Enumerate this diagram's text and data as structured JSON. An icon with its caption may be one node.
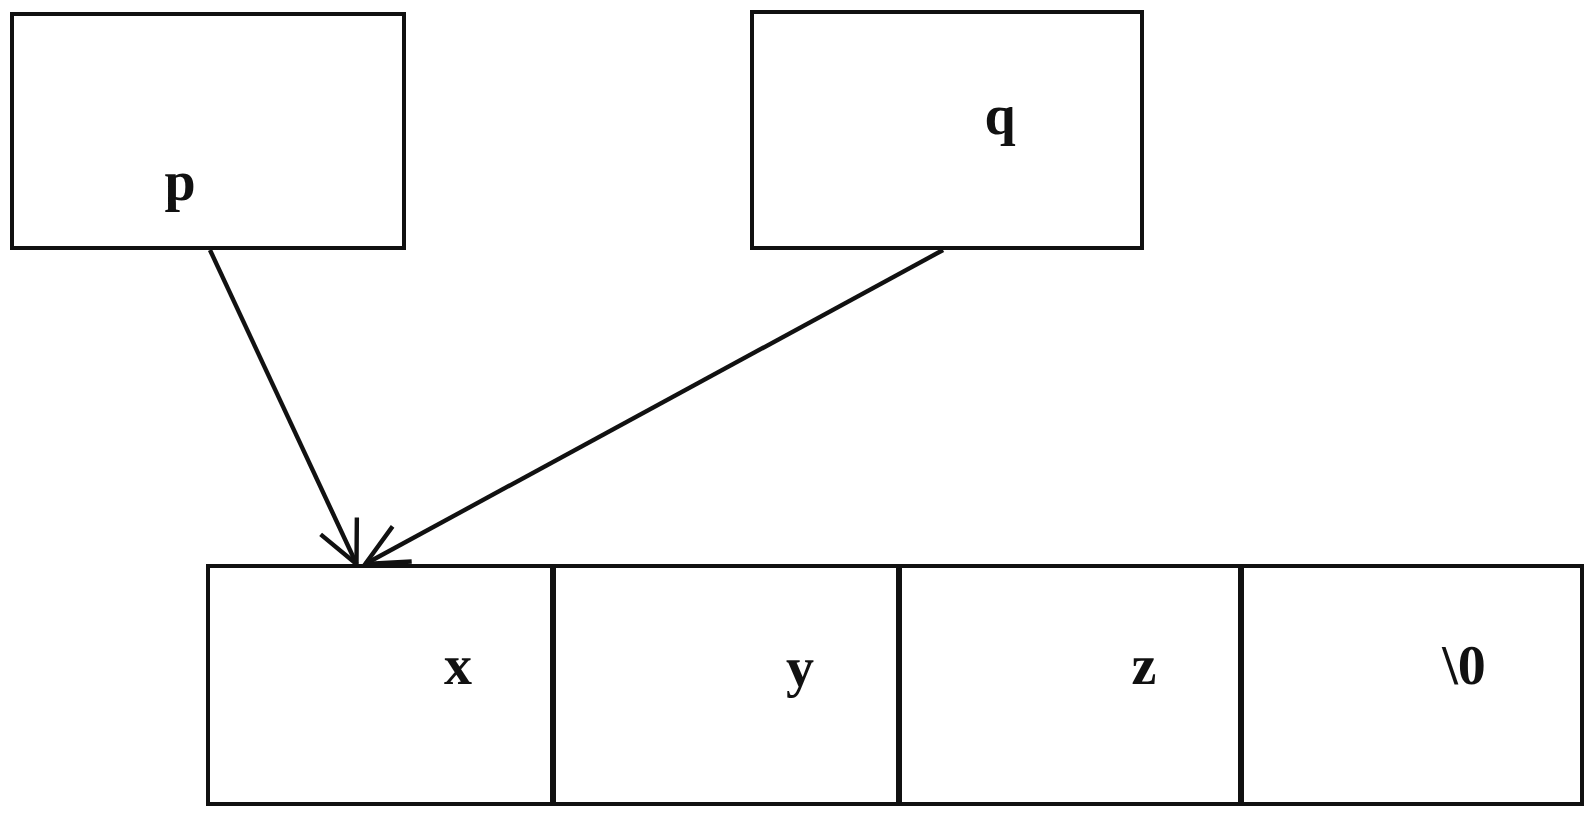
{
  "diagram": {
    "nodes": [
      {
        "text": [
          "p"
        ]
      },
      {
        "text": [
          "q"
        ]
      },
      {
        "text": [
          "x"
        ]
      },
      {
        "text": [
          "y"
        ]
      },
      {
        "text": [
          "z"
        ]
      },
      {
        "text": [
          "\\0"
        ]
      }
    ],
    "edges": [
      {
        "from": 0,
        "to": 2,
        "arrow": "to"
      },
      {
        "from": 1,
        "to": 2,
        "arrow": "to"
      }
    ]
  }
}
